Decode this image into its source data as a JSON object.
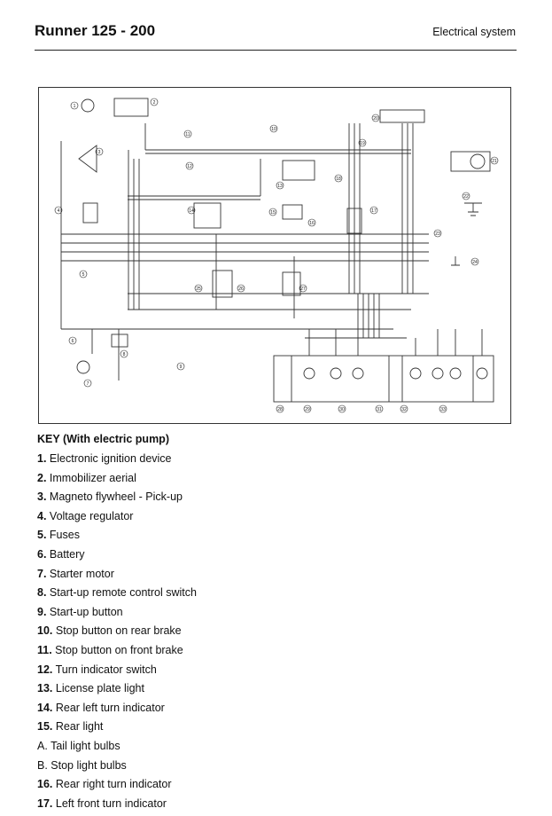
{
  "header": {
    "title": "Runner 125 - 200",
    "section": "Electrical system"
  },
  "key": {
    "title": "KEY (With electric pump)",
    "items": [
      {
        "num": "1.",
        "label": "Electronic ignition device",
        "bold": true
      },
      {
        "num": "2.",
        "label": "Immobilizer aerial",
        "bold": true
      },
      {
        "num": "3.",
        "label": "Magneto flywheel - Pick-up",
        "bold": true
      },
      {
        "num": "4.",
        "label": "Voltage regulator",
        "bold": true
      },
      {
        "num": "5.",
        "label": "Fuses",
        "bold": true
      },
      {
        "num": "6.",
        "label": "Battery",
        "bold": true
      },
      {
        "num": "7.",
        "label": "Starter motor",
        "bold": true
      },
      {
        "num": "8.",
        "label": "Start-up remote control switch",
        "bold": true
      },
      {
        "num": "9.",
        "label": "Start-up button",
        "bold": true
      },
      {
        "num": "10.",
        "label": "Stop button on rear brake",
        "bold": true
      },
      {
        "num": "11.",
        "label": "Stop button on front brake",
        "bold": true
      },
      {
        "num": "12.",
        "label": "Turn indicator switch",
        "bold": true
      },
      {
        "num": "13.",
        "label": "License plate light",
        "bold": true
      },
      {
        "num": "14.",
        "label": "Rear left turn indicator",
        "bold": true
      },
      {
        "num": "15.",
        "label": "Rear light",
        "bold": true
      },
      {
        "num": "A.",
        "label": "Tail light bulbs",
        "bold": false
      },
      {
        "num": "B.",
        "label": "Stop light bulbs",
        "bold": false
      },
      {
        "num": "16.",
        "label": "Rear right turn indicator",
        "bold": true
      },
      {
        "num": "17.",
        "label": "Left front turn indicator",
        "bold": true
      }
    ]
  },
  "diagram": {
    "callouts": [
      {
        "n": "1"
      },
      {
        "n": "2"
      },
      {
        "n": "3"
      },
      {
        "n": "4"
      },
      {
        "n": "5"
      },
      {
        "n": "6"
      },
      {
        "n": "7"
      },
      {
        "n": "8"
      },
      {
        "n": "9"
      },
      {
        "n": "10"
      },
      {
        "n": "11"
      },
      {
        "n": "12"
      },
      {
        "n": "13"
      },
      {
        "n": "14"
      },
      {
        "n": "15"
      },
      {
        "n": "16"
      },
      {
        "n": "17"
      },
      {
        "n": "18"
      },
      {
        "n": "19"
      },
      {
        "n": "20"
      },
      {
        "n": "21"
      },
      {
        "n": "22"
      },
      {
        "n": "23"
      },
      {
        "n": "24"
      },
      {
        "n": "25"
      },
      {
        "n": "26"
      },
      {
        "n": "27"
      },
      {
        "n": "28"
      },
      {
        "n": "29"
      },
      {
        "n": "30"
      },
      {
        "n": "31"
      },
      {
        "n": "32"
      },
      {
        "n": "33"
      }
    ]
  }
}
